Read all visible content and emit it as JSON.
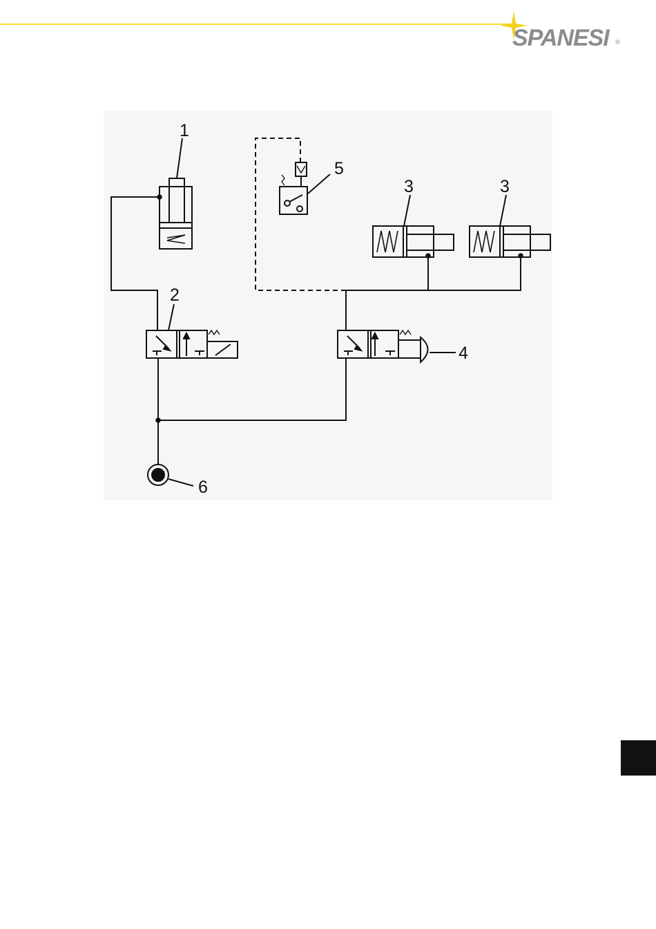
{
  "header": {
    "brand": "SPANESI",
    "registered_mark": "®",
    "rule_color": "#f2dd2a",
    "brand_color": "#8a8d90"
  },
  "diagram": {
    "callouts": [
      {
        "id": "1",
        "text": "1"
      },
      {
        "id": "2",
        "text": "2"
      },
      {
        "id": "3a",
        "text": "3"
      },
      {
        "id": "3b",
        "text": "3"
      },
      {
        "id": "4",
        "text": "4"
      },
      {
        "id": "5",
        "text": "5"
      },
      {
        "id": "6",
        "text": "6"
      }
    ]
  },
  "page_tab": {
    "color": "#111111"
  }
}
